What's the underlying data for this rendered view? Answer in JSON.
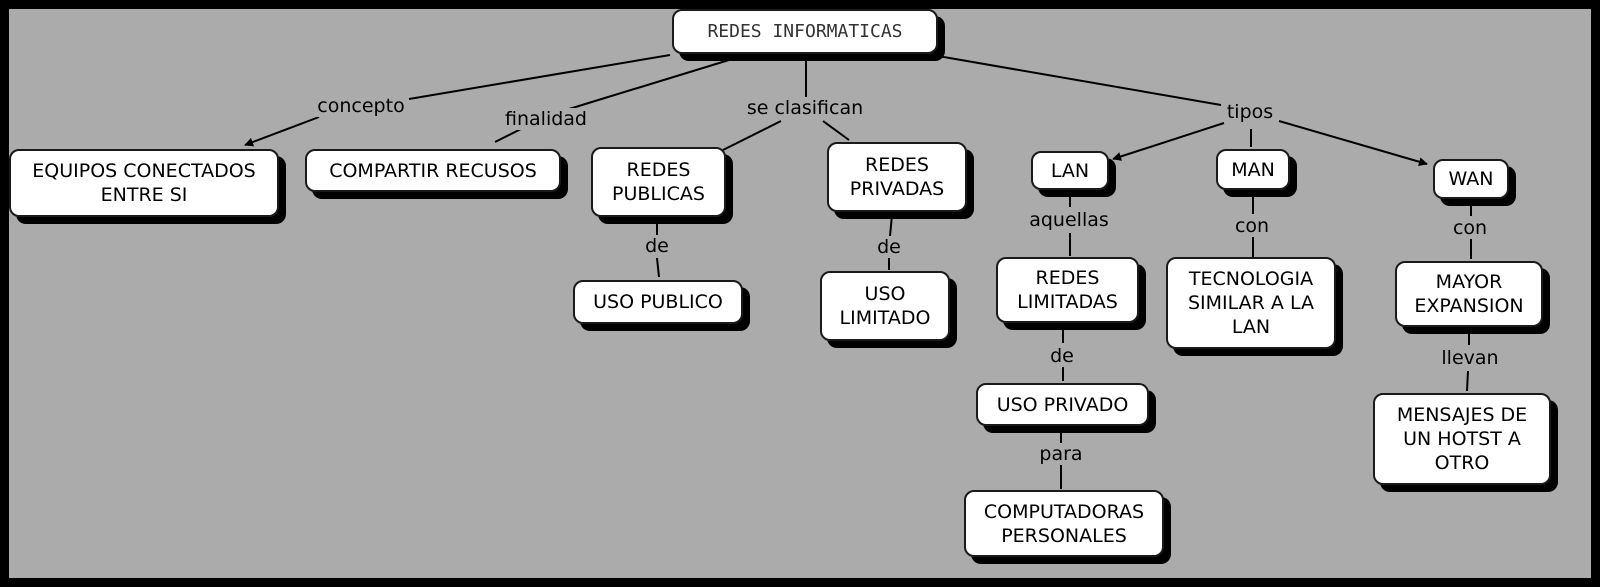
{
  "diagram": {
    "nodes": {
      "root": "REDES INFORMATICAS",
      "equipos": "EQUIPOS CONECTADOS\nENTRE SI",
      "compartir": "COMPARTIR RECUSOS",
      "publicas": "REDES\nPUBLICAS",
      "privadas": "REDES\nPRIVADAS",
      "lan": "LAN",
      "man": "MAN",
      "wan": "WAN",
      "uso_publico": "USO PUBLICO",
      "uso_limitado": "USO\nLIMITADO",
      "redes_limitadas": "REDES\nLIMITADAS",
      "tecnologia": "TECNOLOGIA\nSIMILAR A LA\nLAN",
      "mayor_expansion": "MAYOR\nEXPANSION",
      "uso_privado": "USO PRIVADO",
      "mensajes": "MENSAJES DE\nUN HOTST A\nOTRO",
      "computadoras": "COMPUTADORAS\nPERSONALES"
    },
    "links": {
      "concepto": "concepto",
      "finalidad": "finalidad",
      "se_clasifican": "se clasifican",
      "tipos": "tipos",
      "de_publico": "de",
      "de_limitado": "de",
      "aquellas": "aquellas",
      "con_man": "con",
      "con_wan": "con",
      "de_privado": "de",
      "llevan": "llevan",
      "para": "para"
    }
  }
}
